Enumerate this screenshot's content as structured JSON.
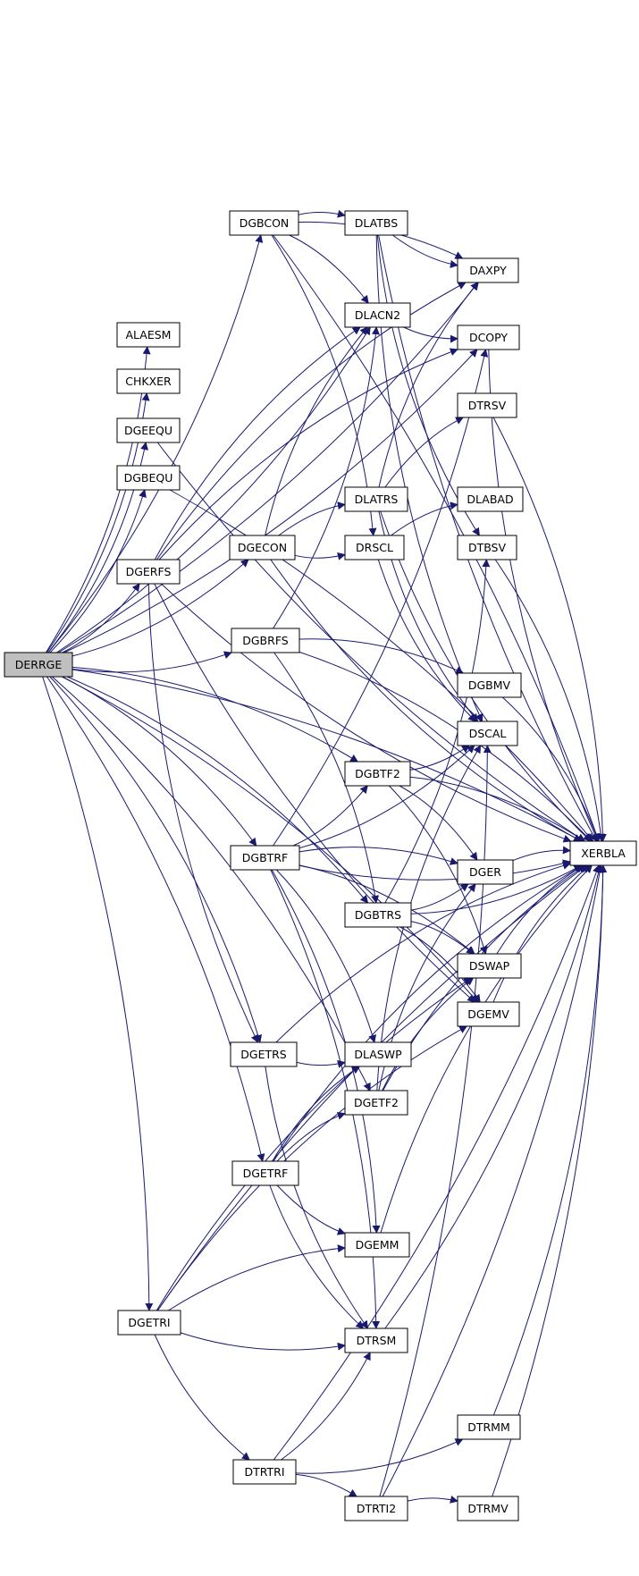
{
  "colors": {
    "edge": "#191970",
    "node_fill": "#ffffff",
    "node_stroke": "#000000",
    "root_fill": "#bfbfbf"
  },
  "root": "DERRGE",
  "nodes": [
    {
      "id": "DERRGE",
      "label": "DERRGE"
    },
    {
      "id": "ALAESM",
      "label": "ALAESM"
    },
    {
      "id": "CHKXER",
      "label": "CHKXER"
    },
    {
      "id": "DGEEQU",
      "label": "DGEEQU"
    },
    {
      "id": "DGBEQU",
      "label": "DGBEQU"
    },
    {
      "id": "DGERFS",
      "label": "DGERFS"
    },
    {
      "id": "DGBCON",
      "label": "DGBCON"
    },
    {
      "id": "DGECON",
      "label": "DGECON"
    },
    {
      "id": "DGBRFS",
      "label": "DGBRFS"
    },
    {
      "id": "DGBTRF",
      "label": "DGBTRF"
    },
    {
      "id": "DGETRS",
      "label": "DGETRS"
    },
    {
      "id": "DGETRF",
      "label": "DGETRF"
    },
    {
      "id": "DGETRI",
      "label": "DGETRI"
    },
    {
      "id": "DTRTRI",
      "label": "DTRTRI"
    },
    {
      "id": "DLATBS",
      "label": "DLATBS"
    },
    {
      "id": "DLACN2",
      "label": "DLACN2"
    },
    {
      "id": "DLATRS",
      "label": "DLATRS"
    },
    {
      "id": "DRSCL",
      "label": "DRSCL"
    },
    {
      "id": "DGBTF2",
      "label": "DGBTF2"
    },
    {
      "id": "DGBTRS",
      "label": "DGBTRS"
    },
    {
      "id": "DLASWP",
      "label": "DLASWP"
    },
    {
      "id": "DGETF2",
      "label": "DGETF2"
    },
    {
      "id": "DGEMM",
      "label": "DGEMM"
    },
    {
      "id": "DTRSM",
      "label": "DTRSM"
    },
    {
      "id": "DTRTI2",
      "label": "DTRTI2"
    },
    {
      "id": "DAXPY",
      "label": "DAXPY"
    },
    {
      "id": "DCOPY",
      "label": "DCOPY"
    },
    {
      "id": "DTRSV",
      "label": "DTRSV"
    },
    {
      "id": "DLABAD",
      "label": "DLABAD"
    },
    {
      "id": "DTBSV",
      "label": "DTBSV"
    },
    {
      "id": "DGBMV",
      "label": "DGBMV"
    },
    {
      "id": "DSCAL",
      "label": "DSCAL"
    },
    {
      "id": "DGER",
      "label": "DGER"
    },
    {
      "id": "DSWAP",
      "label": "DSWAP"
    },
    {
      "id": "DGEMV",
      "label": "DGEMV"
    },
    {
      "id": "DTRMM",
      "label": "DTRMM"
    },
    {
      "id": "DTRMV",
      "label": "DTRMV"
    },
    {
      "id": "XERBLA",
      "label": "XERBLA"
    }
  ],
  "edges": [
    [
      "DERRGE",
      "ALAESM"
    ],
    [
      "DERRGE",
      "CHKXER"
    ],
    [
      "DERRGE",
      "DGEEQU"
    ],
    [
      "DERRGE",
      "DGBEQU"
    ],
    [
      "DERRGE",
      "DGERFS"
    ],
    [
      "DERRGE",
      "DGECON"
    ],
    [
      "DERRGE",
      "DGBRFS"
    ],
    [
      "DERRGE",
      "DGBTF2"
    ],
    [
      "DERRGE",
      "DGBTRF"
    ],
    [
      "DERRGE",
      "DGBTRS"
    ],
    [
      "DERRGE",
      "DGETRS"
    ],
    [
      "DERRGE",
      "DGETF2"
    ],
    [
      "DERRGE",
      "DGETRF"
    ],
    [
      "DERRGE",
      "DGETRI"
    ],
    [
      "DERRGE",
      "DGEMV"
    ],
    [
      "DERRGE",
      "DGBCON"
    ],
    [
      "DERRGE",
      "XERBLA"
    ],
    [
      "DERRGE",
      "DAXPY"
    ],
    [
      "DERRGE",
      "DCOPY"
    ],
    [
      "DERRGE",
      "DLACN2"
    ],
    [
      "DGEEQU",
      "XERBLA"
    ],
    [
      "DGBEQU",
      "XERBLA"
    ],
    [
      "DGERFS",
      "DAXPY"
    ],
    [
      "DGERFS",
      "DCOPY"
    ],
    [
      "DGERFS",
      "DLACN2"
    ],
    [
      "DGERFS",
      "DGETRS"
    ],
    [
      "DGERFS",
      "DGEMV"
    ],
    [
      "DGERFS",
      "XERBLA"
    ],
    [
      "DGBCON",
      "DLATBS"
    ],
    [
      "DGBCON",
      "DLACN2"
    ],
    [
      "DGBCON",
      "DRSCL"
    ],
    [
      "DGBCON",
      "DAXPY"
    ],
    [
      "DGBCON",
      "XERBLA"
    ],
    [
      "DGECON",
      "DLATRS"
    ],
    [
      "DGECON",
      "DRSCL"
    ],
    [
      "DGECON",
      "DLACN2"
    ],
    [
      "DGECON",
      "XERBLA"
    ],
    [
      "DGBRFS",
      "DLACN2"
    ],
    [
      "DGBRFS",
      "DGBTRS"
    ],
    [
      "DGBRFS",
      "DGBMV"
    ],
    [
      "DGBRFS",
      "XERBLA"
    ],
    [
      "DGBTRF",
      "DGBTF2"
    ],
    [
      "DGBTRF",
      "DGER"
    ],
    [
      "DGBTRF",
      "DSWAP"
    ],
    [
      "DGBTRF",
      "DLASWP"
    ],
    [
      "DGBTRF",
      "DGEMM"
    ],
    [
      "DGBTRF",
      "DTRSM"
    ],
    [
      "DGBTRF",
      "DSCAL"
    ],
    [
      "DGBTRF",
      "DCOPY"
    ],
    [
      "DGBTRF",
      "XERBLA"
    ],
    [
      "DGETRS",
      "DLASWP"
    ],
    [
      "DGETRS",
      "DTRSM"
    ],
    [
      "DGETRS",
      "XERBLA"
    ],
    [
      "DGETRF",
      "DGETF2"
    ],
    [
      "DGETRF",
      "DLASWP"
    ],
    [
      "DGETRF",
      "DGEMM"
    ],
    [
      "DGETRF",
      "DTRSM"
    ],
    [
      "DGETRF",
      "XERBLA"
    ],
    [
      "DGETRI",
      "DGEMM"
    ],
    [
      "DGETRI",
      "DTRSM"
    ],
    [
      "DGETRI",
      "DTRTRI"
    ],
    [
      "DGETRI",
      "DGEMV"
    ],
    [
      "DGETRI",
      "DSWAP"
    ],
    [
      "DGETRI",
      "XERBLA"
    ],
    [
      "DTRTRI",
      "DTRTI2"
    ],
    [
      "DTRTRI",
      "DTRMM"
    ],
    [
      "DTRTRI",
      "DTRSM"
    ],
    [
      "DTRTRI",
      "XERBLA"
    ],
    [
      "DTRTI2",
      "DTRMV"
    ],
    [
      "DTRTI2",
      "DSCAL"
    ],
    [
      "DTRTI2",
      "XERBLA"
    ],
    [
      "DLATBS",
      "DAXPY"
    ],
    [
      "DLATBS",
      "DTBSV"
    ],
    [
      "DLATBS",
      "DSCAL"
    ],
    [
      "DLATBS",
      "XERBLA"
    ],
    [
      "DLACN2",
      "DCOPY"
    ],
    [
      "DLATRS",
      "DAXPY"
    ],
    [
      "DLATRS",
      "DTRSV"
    ],
    [
      "DLATRS",
      "DSCAL"
    ],
    [
      "DLATRS",
      "XERBLA"
    ],
    [
      "DRSCL",
      "DLABAD"
    ],
    [
      "DRSCL",
      "DSCAL"
    ],
    [
      "DGBTF2",
      "DGER"
    ],
    [
      "DGBTF2",
      "DSCAL"
    ],
    [
      "DGBTF2",
      "DSWAP"
    ],
    [
      "DGBTF2",
      "XERBLA"
    ],
    [
      "DGBTRS",
      "DGER"
    ],
    [
      "DGBTRS",
      "DSWAP"
    ],
    [
      "DGBTRS",
      "DGEMV"
    ],
    [
      "DGBTRS",
      "DTBSV"
    ],
    [
      "DGBTRS",
      "XERBLA"
    ],
    [
      "DGETF2",
      "DGER"
    ],
    [
      "DGETF2",
      "DSCAL"
    ],
    [
      "DGETF2",
      "DSWAP"
    ],
    [
      "DGETF2",
      "XERBLA"
    ],
    [
      "DGEMM",
      "XERBLA"
    ],
    [
      "DTRSM",
      "XERBLA"
    ],
    [
      "DTRMM",
      "XERBLA"
    ],
    [
      "DTRMV",
      "XERBLA"
    ],
    [
      "DTRSV",
      "XERBLA"
    ],
    [
      "DTBSV",
      "XERBLA"
    ],
    [
      "DGBMV",
      "XERBLA"
    ],
    [
      "DGER",
      "XERBLA"
    ],
    [
      "DGEMV",
      "XERBLA"
    ],
    [
      "DSWAP",
      "XERBLA"
    ],
    [
      "DCOPY",
      "XERBLA"
    ]
  ]
}
